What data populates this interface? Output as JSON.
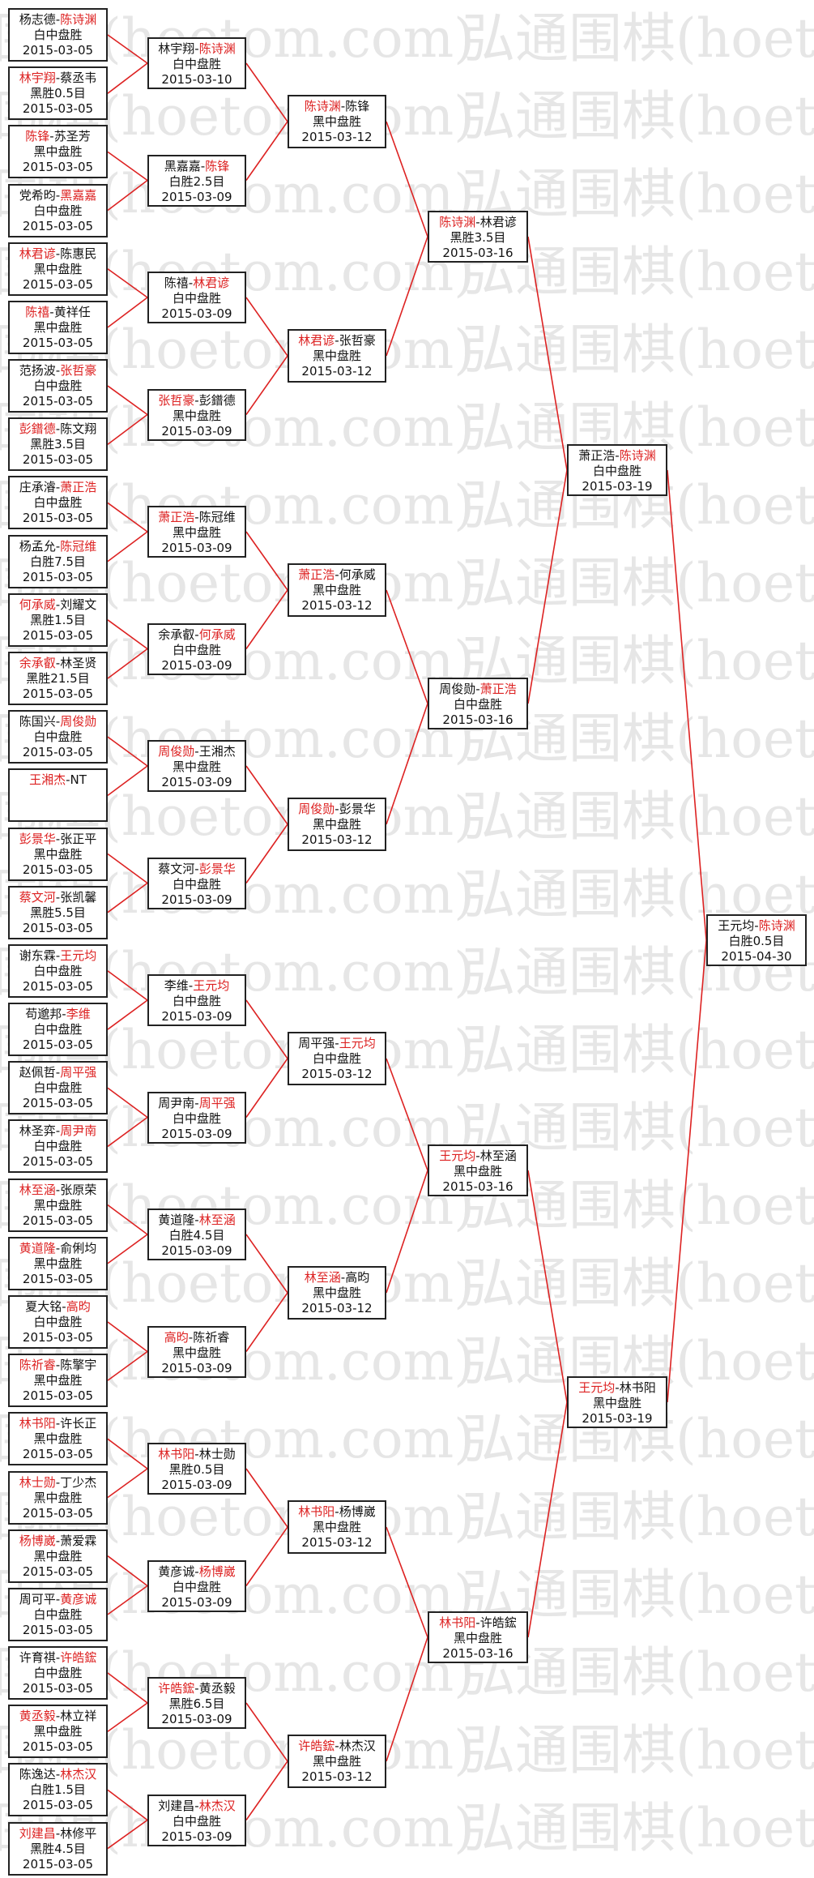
{
  "watermark": "弘通围棋(hoetom.com)",
  "colors": {
    "line": "#dd2222",
    "winner": "#dd2222",
    "border": "#222222"
  },
  "bracket": [
    [
      {
        "p1": "杨志德",
        "p2": "陈诗渊",
        "winner": 2,
        "result": "白中盘胜",
        "date": "2015-03-05"
      },
      {
        "p1": "林宇翔",
        "p2": "蔡丞韦",
        "winner": 1,
        "result": "黑胜0.5目",
        "date": "2015-03-05"
      },
      {
        "p1": "陈锋",
        "p2": "苏圣芳",
        "winner": 1,
        "result": "黑中盘胜",
        "date": "2015-03-05"
      },
      {
        "p1": "党希昀",
        "p2": "黑嘉嘉",
        "winner": 2,
        "result": "白中盘胜",
        "date": "2015-03-05"
      },
      {
        "p1": "林君谚",
        "p2": "陈惠民",
        "winner": 1,
        "result": "黑中盘胜",
        "date": "2015-03-05"
      },
      {
        "p1": "陈禧",
        "p2": "黄祥任",
        "winner": 1,
        "result": "黑中盘胜",
        "date": "2015-03-05"
      },
      {
        "p1": "范扬波",
        "p2": "张哲豪",
        "winner": 2,
        "result": "白中盘胜",
        "date": "2015-03-05"
      },
      {
        "p1": "彭鐠德",
        "p2": "陈文翔",
        "winner": 1,
        "result": "黑胜3.5目",
        "date": "2015-03-05"
      },
      {
        "p1": "庄承濬",
        "p2": "萧正浩",
        "winner": 2,
        "result": "白中盘胜",
        "date": "2015-03-05"
      },
      {
        "p1": "杨孟允",
        "p2": "陈冠维",
        "winner": 2,
        "result": "白胜7.5目",
        "date": "2015-03-05"
      },
      {
        "p1": "何承威",
        "p2": "刘耀文",
        "winner": 1,
        "result": "黑胜1.5目",
        "date": "2015-03-05"
      },
      {
        "p1": "余承叡",
        "p2": "林圣贤",
        "winner": 1,
        "result": "黑胜21.5目",
        "date": "2015-03-05"
      },
      {
        "p1": "陈国兴",
        "p2": "周俊勋",
        "winner": 2,
        "result": "白中盘胜",
        "date": "2015-03-05"
      },
      {
        "p1": "王湘杰",
        "p2": "NT",
        "winner": 1,
        "result": "",
        "date": ""
      },
      {
        "p1": "彭景华",
        "p2": "张正平",
        "winner": 1,
        "result": "黑中盘胜",
        "date": "2015-03-05"
      },
      {
        "p1": "蔡文河",
        "p2": "张凯馨",
        "winner": 1,
        "result": "黑胜5.5目",
        "date": "2015-03-05"
      },
      {
        "p1": "谢东霖",
        "p2": "王元均",
        "winner": 2,
        "result": "白中盘胜",
        "date": "2015-03-05"
      },
      {
        "p1": "苟邈邦",
        "p2": "李维",
        "winner": 2,
        "result": "白中盘胜",
        "date": "2015-03-05"
      },
      {
        "p1": "赵佩哲",
        "p2": "周平强",
        "winner": 2,
        "result": "白中盘胜",
        "date": "2015-03-05"
      },
      {
        "p1": "林圣弈",
        "p2": "周尹南",
        "winner": 2,
        "result": "白中盘胜",
        "date": "2015-03-05"
      },
      {
        "p1": "林至涵",
        "p2": "张原荣",
        "winner": 1,
        "result": "黑中盘胜",
        "date": "2015-03-05"
      },
      {
        "p1": "黄道隆",
        "p2": "俞俐均",
        "winner": 1,
        "result": "黑中盘胜",
        "date": "2015-03-05"
      },
      {
        "p1": "夏大铭",
        "p2": "高昀",
        "winner": 2,
        "result": "白中盘胜",
        "date": "2015-03-05"
      },
      {
        "p1": "陈祈睿",
        "p2": "陈擎宇",
        "winner": 1,
        "result": "黑中盘胜",
        "date": "2015-03-05"
      },
      {
        "p1": "林书阳",
        "p2": "许长正",
        "winner": 1,
        "result": "黑中盘胜",
        "date": "2015-03-05"
      },
      {
        "p1": "林士勋",
        "p2": "丁少杰",
        "winner": 1,
        "result": "黑中盘胜",
        "date": "2015-03-05"
      },
      {
        "p1": "杨博崴",
        "p2": "萧爱霖",
        "winner": 1,
        "result": "黑中盘胜",
        "date": "2015-03-05"
      },
      {
        "p1": "周可平",
        "p2": "黄彦诚",
        "winner": 2,
        "result": "白中盘胜",
        "date": "2015-03-05"
      },
      {
        "p1": "许育祺",
        "p2": "许皓鋐",
        "winner": 2,
        "result": "白中盘胜",
        "date": "2015-03-05"
      },
      {
        "p1": "黄丞毅",
        "p2": "林立祥",
        "winner": 1,
        "result": "黑中盘胜",
        "date": "2015-03-05"
      },
      {
        "p1": "陈逸达",
        "p2": "林杰汉",
        "winner": 2,
        "result": "白胜1.5目",
        "date": "2015-03-05"
      },
      {
        "p1": "刘建昌",
        "p2": "林修平",
        "winner": 1,
        "result": "黑胜4.5目",
        "date": "2015-03-05"
      }
    ],
    [
      {
        "p1": "林宇翔",
        "p2": "陈诗渊",
        "winner": 2,
        "result": "白中盘胜",
        "date": "2015-03-10"
      },
      {
        "p1": "黑嘉嘉",
        "p2": "陈锋",
        "winner": 2,
        "result": "白胜2.5目",
        "date": "2015-03-09"
      },
      {
        "p1": "陈禧",
        "p2": "林君谚",
        "winner": 2,
        "result": "白中盘胜",
        "date": "2015-03-09"
      },
      {
        "p1": "张哲豪",
        "p2": "彭鐠德",
        "winner": 1,
        "result": "黑中盘胜",
        "date": "2015-03-09"
      },
      {
        "p1": "萧正浩",
        "p2": "陈冠维",
        "winner": 1,
        "result": "黑中盘胜",
        "date": "2015-03-09"
      },
      {
        "p1": "余承叡",
        "p2": "何承威",
        "winner": 2,
        "result": "白中盘胜",
        "date": "2015-03-09"
      },
      {
        "p1": "周俊勋",
        "p2": "王湘杰",
        "winner": 1,
        "result": "黑中盘胜",
        "date": "2015-03-09"
      },
      {
        "p1": "蔡文河",
        "p2": "彭景华",
        "winner": 2,
        "result": "白中盘胜",
        "date": "2015-03-09"
      },
      {
        "p1": "李维",
        "p2": "王元均",
        "winner": 2,
        "result": "白中盘胜",
        "date": "2015-03-09"
      },
      {
        "p1": "周尹南",
        "p2": "周平强",
        "winner": 2,
        "result": "白中盘胜",
        "date": "2015-03-09"
      },
      {
        "p1": "黄道隆",
        "p2": "林至涵",
        "winner": 2,
        "result": "白胜4.5目",
        "date": "2015-03-09"
      },
      {
        "p1": "高昀",
        "p2": "陈祈睿",
        "winner": 1,
        "result": "黑中盘胜",
        "date": "2015-03-09"
      },
      {
        "p1": "林书阳",
        "p2": "林士勋",
        "winner": 1,
        "result": "黑胜0.5目",
        "date": "2015-03-09"
      },
      {
        "p1": "黄彦诚",
        "p2": "杨博崴",
        "winner": 2,
        "result": "白中盘胜",
        "date": "2015-03-09"
      },
      {
        "p1": "许皓鋐",
        "p2": "黄丞毅",
        "winner": 1,
        "result": "黑胜6.5目",
        "date": "2015-03-09"
      },
      {
        "p1": "刘建昌",
        "p2": "林杰汉",
        "winner": 2,
        "result": "白中盘胜",
        "date": "2015-03-09"
      }
    ],
    [
      {
        "p1": "陈诗渊",
        "p2": "陈锋",
        "winner": 1,
        "result": "黑中盘胜",
        "date": "2015-03-12"
      },
      {
        "p1": "林君谚",
        "p2": "张哲豪",
        "winner": 1,
        "result": "黑中盘胜",
        "date": "2015-03-12"
      },
      {
        "p1": "萧正浩",
        "p2": "何承威",
        "winner": 1,
        "result": "黑中盘胜",
        "date": "2015-03-12"
      },
      {
        "p1": "周俊勋",
        "p2": "彭景华",
        "winner": 1,
        "result": "黑中盘胜",
        "date": "2015-03-12"
      },
      {
        "p1": "周平强",
        "p2": "王元均",
        "winner": 2,
        "result": "白中盘胜",
        "date": "2015-03-12"
      },
      {
        "p1": "林至涵",
        "p2": "高昀",
        "winner": 1,
        "result": "黑中盘胜",
        "date": "2015-03-12"
      },
      {
        "p1": "林书阳",
        "p2": "杨博崴",
        "winner": 1,
        "result": "黑中盘胜",
        "date": "2015-03-12"
      },
      {
        "p1": "许皓鋐",
        "p2": "林杰汉",
        "winner": 1,
        "result": "黑中盘胜",
        "date": "2015-03-12"
      }
    ],
    [
      {
        "p1": "陈诗渊",
        "p2": "林君谚",
        "winner": 1,
        "result": "黑胜3.5目",
        "date": "2015-03-16"
      },
      {
        "p1": "周俊勋",
        "p2": "萧正浩",
        "winner": 2,
        "result": "白中盘胜",
        "date": "2015-03-16"
      },
      {
        "p1": "王元均",
        "p2": "林至涵",
        "winner": 1,
        "result": "黑中盘胜",
        "date": "2015-03-16"
      },
      {
        "p1": "林书阳",
        "p2": "许皓鋐",
        "winner": 1,
        "result": "黑中盘胜",
        "date": "2015-03-16"
      }
    ],
    [
      {
        "p1": "萧正浩",
        "p2": "陈诗渊",
        "winner": 2,
        "result": "白中盘胜",
        "date": "2015-03-19"
      },
      {
        "p1": "王元均",
        "p2": "林书阳",
        "winner": 1,
        "result": "黑中盘胜",
        "date": "2015-03-19"
      }
    ],
    [
      {
        "p1": "王元均",
        "p2": "陈诗渊",
        "winner": 2,
        "result": "白胜0.5目",
        "date": "2015-04-30"
      }
    ]
  ]
}
